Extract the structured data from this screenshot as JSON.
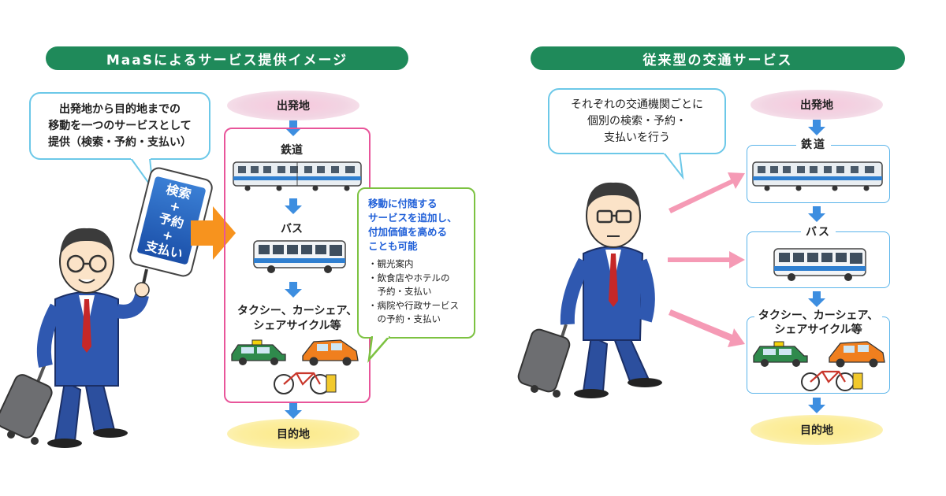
{
  "left": {
    "banner": "MaaSによるサービス提供イメージ",
    "bubble_lines": [
      "出発地から目的地までの",
      "移動を一つのサービスとして",
      "提供（検索・予約・支払い）"
    ],
    "phone_lines": [
      "検索",
      "+",
      "予約",
      "+",
      "支払い"
    ],
    "start": "出発地",
    "rail": "鉄道",
    "bus": "バス",
    "taxi_lines": [
      "タクシー、カーシェア、",
      "シェアサイクル等"
    ],
    "goal": "目的地",
    "addon_headline": [
      "移動に付随する",
      "サービスを追加し、",
      "付加価値を高める",
      "ことも可能"
    ],
    "addon_items": [
      "・観光案内",
      "・飲食店やホテルの",
      "　予約・支払い",
      "・病院や行政サービス",
      "　の予約・支払い"
    ]
  },
  "right": {
    "banner": "従来型の交通サービス",
    "bubble_lines": [
      "それぞれの交通機関ごとに",
      "個別の検索・予約・",
      "支払いを行う"
    ],
    "start": "出発地",
    "rail": "鉄道",
    "bus": "バス",
    "taxi_lines": [
      "タクシー、カーシェア、",
      "シェアサイクル等"
    ],
    "goal": "目的地"
  },
  "colors": {
    "banner_green": "#1f8a5a",
    "frame_pink": "#e8559a",
    "addon_green": "#7cc241",
    "flow_blue": "#3d8ee0",
    "big_arrow_orange": "#f7931e",
    "pink_arrow": "#f59ab5"
  },
  "icons": [
    "smartphone-icon",
    "train-icon",
    "bus-icon",
    "taxi-icon",
    "car-icon",
    "bicycle-icon",
    "suitcase-icon"
  ]
}
